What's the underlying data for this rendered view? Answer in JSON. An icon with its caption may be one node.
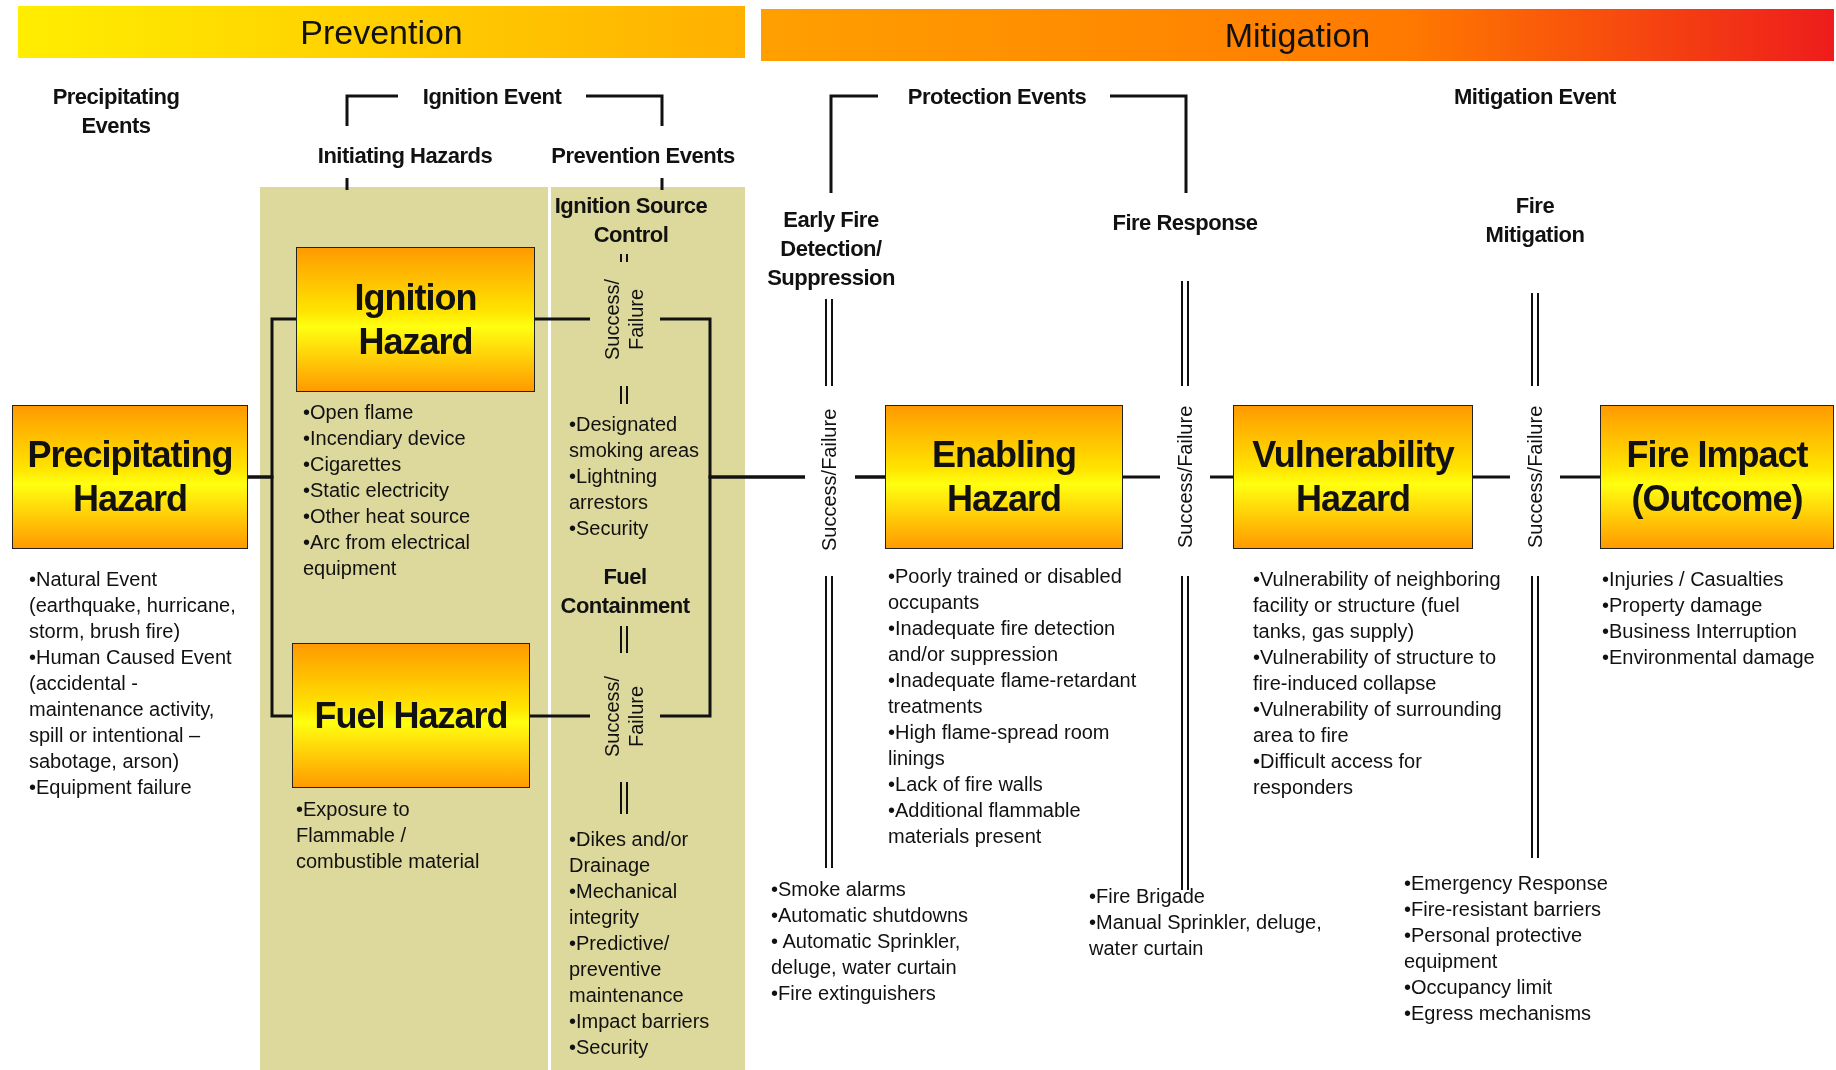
{
  "diagram": {
    "nodes": [
      {
        "text": [
          "Prevention"
        ]
      },
      {
        "text": [
          "Mitigation"
        ]
      },
      {
        "text": [
          "Precipitating Hazard"
        ],
        "beside": [
          "•Natural Event (earthquake, hurricane, storm, brush fire)",
          "•Human Caused Event (accidental - maintenance activity, spill or intentional – sabotage, arson)",
          "•Equipment failure"
        ]
      },
      {
        "text": [
          "Ignition Hazard"
        ],
        "beside": [
          "•Open flame",
          "•Incendiary device",
          "•Cigarettes",
          "•Static electricity",
          "•Other heat source",
          "•Arc from electrical equipment"
        ]
      },
      {
        "text": [
          "Fuel Hazard"
        ],
        "beside": [
          "•Exposure to Flammable / combustible material"
        ]
      },
      {
        "text": [
          "Enabling Hazard"
        ],
        "beside": [
          "•Poorly trained or disabled occupants",
          "•Inadequate fire detection and/or suppression",
          "•Inadequate flame-retardant treatments",
          "•High flame-spread room linings",
          "•Lack of fire walls",
          "•Additional flammable materials present"
        ]
      },
      {
        "text": [
          "Vulnerability Hazard"
        ],
        "beside": [
          "•Vulnerability of neighboring facility or structure (fuel tanks, gas supply)",
          "•Vulnerability of structure to fire-induced collapse",
          "•Vulnerability of surrounding area to fire",
          "•Difficult access for responders"
        ]
      },
      {
        "text": [
          "Fire Impact (Outcome)"
        ],
        "beside": [
          "•Injuries / Casualties",
          "•Property damage",
          "•Business Interruption",
          "•Environmental damage"
        ]
      }
    ],
    "edges": [
      {
        "from": 2,
        "to": 3,
        "arrow": "none"
      },
      {
        "from": 2,
        "to": 4,
        "arrow": "none"
      },
      {
        "from": 3,
        "to": 5,
        "arrow": "none",
        "label": "Success/ Failure"
      },
      {
        "from": 4,
        "to": 5,
        "arrow": "none",
        "label": "Success/ Failure"
      },
      {
        "from": 5,
        "to": 6,
        "arrow": "none",
        "label": "Success/Failure"
      },
      {
        "from": 6,
        "to": 7,
        "arrow": "none",
        "label": "Success/Failure"
      }
    ],
    "labels": [
      "Precipitating Events",
      "Ignition Event",
      "Protection Events",
      "Mitigation Event",
      "Initiating Hazards",
      "Prevention Events",
      "Ignition Source Control",
      "Early Fire Detection/ Suppression",
      "Fire Response",
      "Fire Mitigation",
      "•Designated smoking areas",
      "•Lightning arrestors",
      "•Security",
      "Fuel Containment",
      "Success/Failure",
      "•Dikes and/or Drainage",
      "•Mechanical integrity",
      "•Predictive/ preventive maintenance",
      "•Impact barriers",
      "•Security",
      "•Smoke alarms",
      "•Automatic shutdowns",
      "• Automatic Sprinkler, deluge, water curtain",
      "•Fire extinguishers",
      "•Fire Brigade",
      "•Manual Sprinkler, deluge, water curtain",
      "•Emergency Response",
      "•Fire-resistant barriers",
      "•Personal protective equipment",
      "•Occupancy limit",
      "•Egress mechanisms"
    ]
  }
}
